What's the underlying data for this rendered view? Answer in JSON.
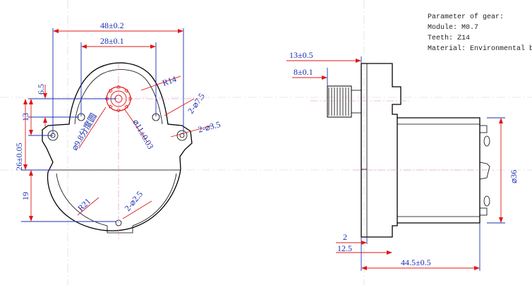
{
  "notes": {
    "title": "Parameter of gear:",
    "module": "Module: M0.7",
    "teeth": "Teeth: Z14",
    "material": "Material: Environmental brass"
  },
  "front_view": {
    "dim_overall_width": "48±0.2",
    "dim_hole_spacing": "28±0.1",
    "dim_6_5": "6.5",
    "dim_13": "13",
    "dim_26": "26±0.05",
    "dim_19": "19",
    "dim_r14": "R14",
    "dim_r21": "R21",
    "dim_pitch_circle": "⌀9.8分度圆",
    "dim_shaft": "⌀11±0.03",
    "dim_top_holes": "2-⌀7.5",
    "dim_side_holes": "2-⌀3.5",
    "dim_bottom_holes": "2-⌀2.5"
  },
  "side_view": {
    "dim_13_5": "13±0.5",
    "dim_8_1": "8±0.1",
    "dim_2": "2",
    "dim_12_5": "12.5",
    "dim_44_5": "44.5±0.5",
    "dim_dia36": "⌀36"
  }
}
